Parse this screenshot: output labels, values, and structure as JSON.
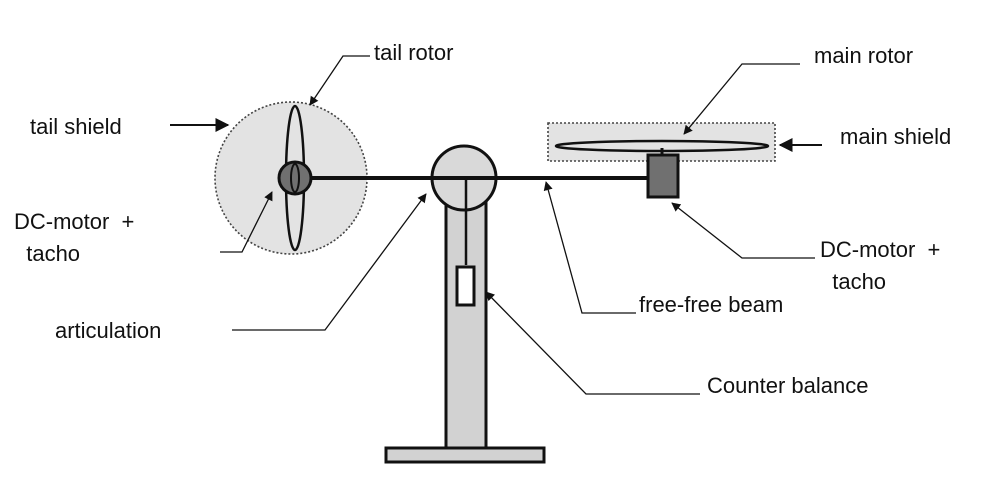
{
  "labels": {
    "tail_rotor": "tail rotor",
    "tail_shield": "tail shield",
    "tail_motor": "DC-motor  +\n  tacho",
    "articulation": "articulation",
    "main_rotor": "main rotor",
    "main_shield": "main shield",
    "main_motor": "DC-motor  +\n  tacho",
    "beam": "free-free beam",
    "counter_balance": "Counter balance"
  },
  "colors": {
    "outline": "#111111",
    "shield_fill": "#e3e3e3",
    "column_fill": "#d2d2d2",
    "hub_fill": "#d9d9d9",
    "motor_fill": "#707070",
    "tail_hub_fill": "#707070"
  }
}
